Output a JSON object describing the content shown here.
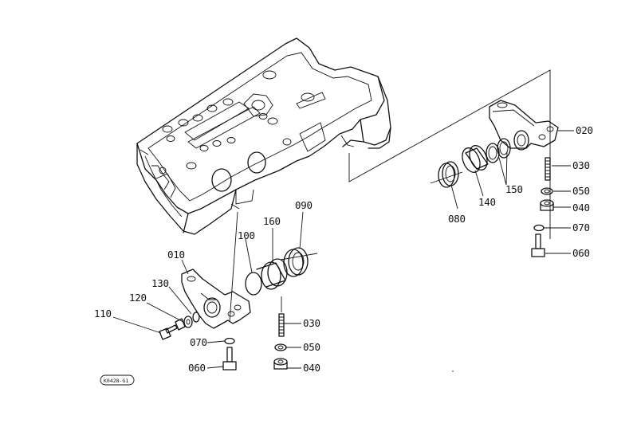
{
  "diagram": {
    "image_code": "K0428-G1",
    "parts": [
      {
        "id": "p020",
        "label": "020"
      },
      {
        "id": "p030a",
        "label": "030"
      },
      {
        "id": "p050a",
        "label": "050"
      },
      {
        "id": "p040a",
        "label": "040"
      },
      {
        "id": "p070a",
        "label": "070"
      },
      {
        "id": "p060a",
        "label": "060"
      },
      {
        "id": "p080",
        "label": "080"
      },
      {
        "id": "p140",
        "label": "140"
      },
      {
        "id": "p150",
        "label": "150"
      },
      {
        "id": "p090",
        "label": "090"
      },
      {
        "id": "p160",
        "label": "160"
      },
      {
        "id": "p100",
        "label": "100"
      },
      {
        "id": "p010",
        "label": "010"
      },
      {
        "id": "p130",
        "label": "130"
      },
      {
        "id": "p120",
        "label": "120"
      },
      {
        "id": "p110",
        "label": "110"
      },
      {
        "id": "p070b",
        "label": "070"
      },
      {
        "id": "p060b",
        "label": "060"
      },
      {
        "id": "p030b",
        "label": "030"
      },
      {
        "id": "p050b",
        "label": "050"
      },
      {
        "id": "p040b",
        "label": "040"
      }
    ]
  }
}
